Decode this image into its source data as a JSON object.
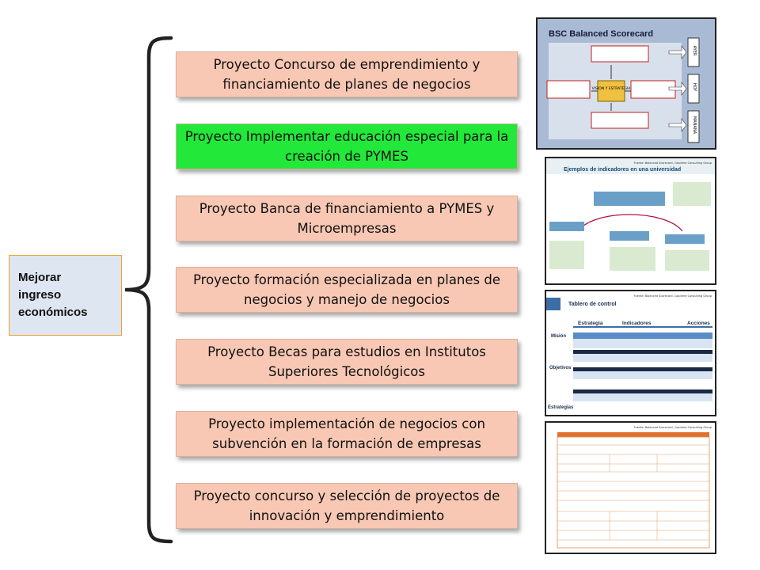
{
  "root": {
    "label": "Mejorar\ningreso\neconómicos",
    "bg": "#dde6f1",
    "border": "#f0a030"
  },
  "projects": [
    {
      "label": "Proyecto Concurso de emprendimiento y financiamiento de planes de negocios",
      "color": "#f8c8b4"
    },
    {
      "label": "Proyecto Implementar educación especial para la creación de PYMES",
      "color": "#22e83a"
    },
    {
      "label": "Proyecto Banca de financiamiento a PYMES y Microempresas",
      "color": "#f8c8b4"
    },
    {
      "label": "Proyecto formación especializada en planes de negocios y manejo de negocios",
      "color": "#f8c8b4"
    },
    {
      "label": "Proyecto Becas para estudios en Institutos Superiores Tecnológicos",
      "color": "#f8c8b4"
    },
    {
      "label": "Proyecto implementación de negocios con subvención en la formación de empresas",
      "color": "#f8c8b4"
    },
    {
      "label": "Proyecto concurso y selección de proyectos de innovación y emprendimiento",
      "color": "#f8c8b4"
    }
  ],
  "thumbnails": {
    "bsc": {
      "title": "BSC Balanced Scorecard",
      "center": "VISION Y ESTRATEGIA",
      "side": [
        "AYER",
        "HOY",
        "MAÑANA"
      ]
    },
    "indicadores": {
      "source": "Fuente: Balanced Scorecard, Colphere Consulting Group",
      "title": "Ejemplos de indicadores en una universidad"
    },
    "tablero": {
      "source": "Fuente: Balanced Scorecard, Colphere Consulting Group",
      "title": "Tablero de control",
      "header": [
        "Estrategia",
        "Indicadores",
        "Acciones"
      ],
      "rows": [
        "Misión",
        "Objetivos",
        "Estrategias"
      ]
    },
    "ficha": {
      "source": "Fuente: Balanced Scorecard, Colphere Consulting Group"
    }
  }
}
